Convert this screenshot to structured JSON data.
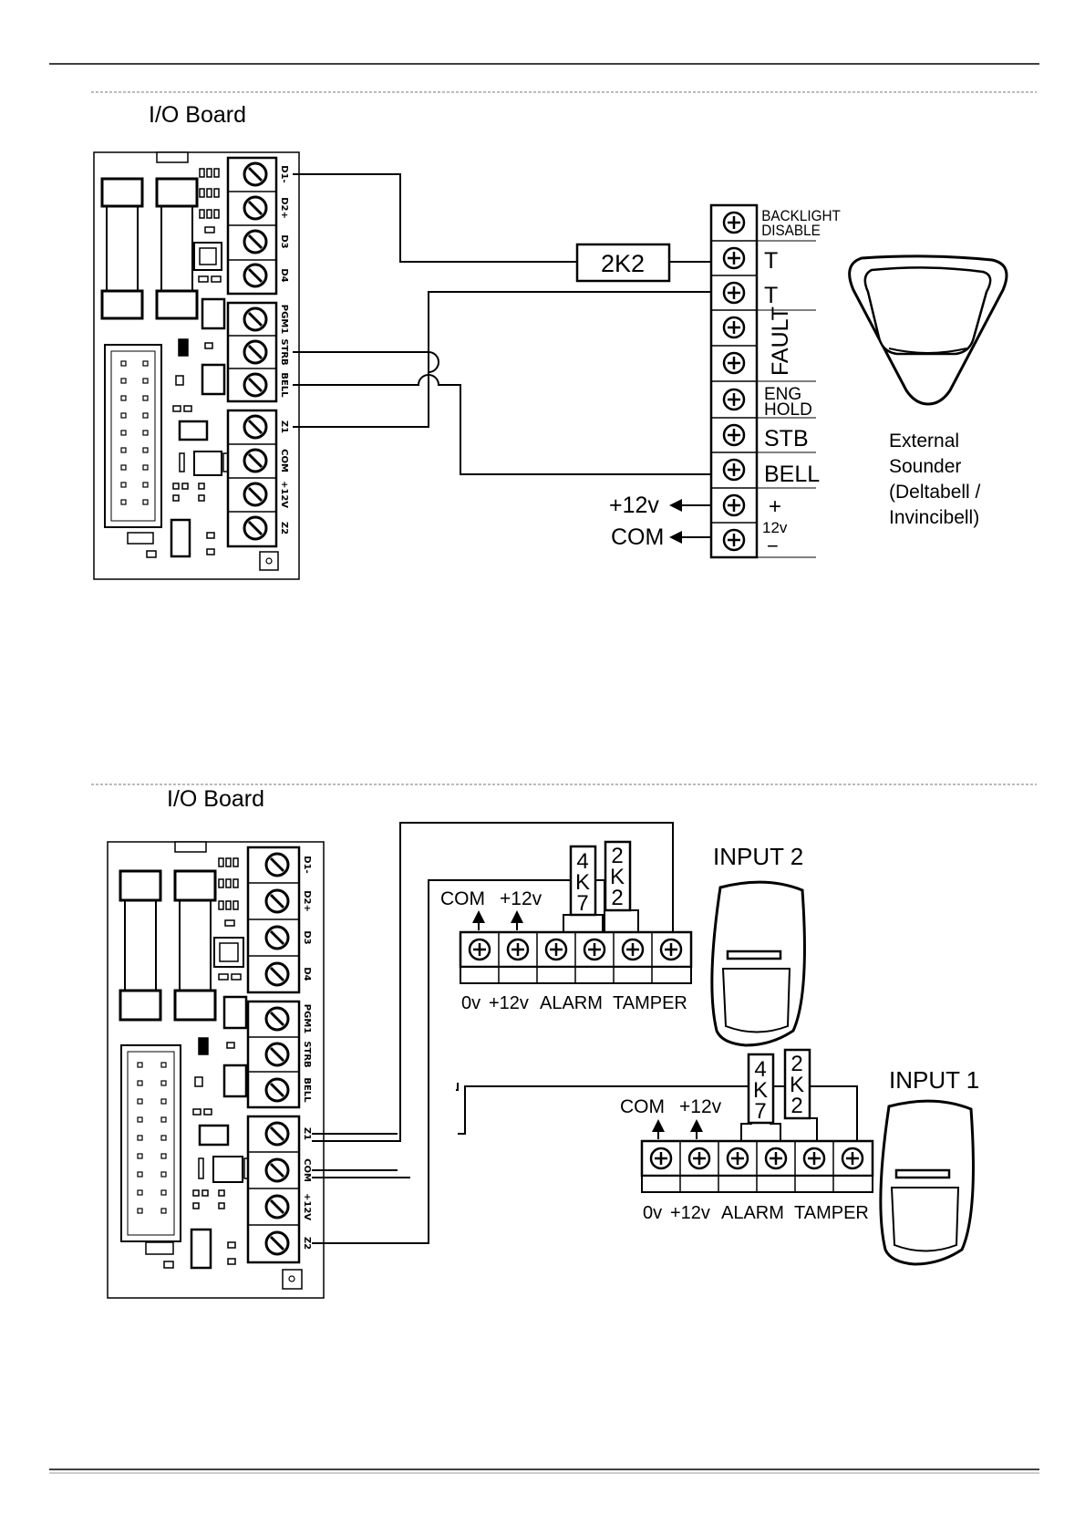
{
  "diagram1": {
    "section_title": "I/O Board",
    "board_terminals": [
      "D1-",
      "D2+",
      "D3",
      "D4",
      "PGM1",
      "STRB",
      "BELL",
      "Z1",
      "COM",
      "+12V",
      "Z2"
    ],
    "resistor": "2K2",
    "sounder_terminals": [
      "BACKLIGHT",
      "DISABLE",
      "T",
      "T",
      "FAULT",
      "ENG",
      "HOLD",
      "STB",
      "BELL",
      "+",
      "12v",
      "−"
    ],
    "supply_plus": "+12v",
    "supply_com": "COM",
    "sounder_caption": [
      "External",
      "Sounder",
      "(Deltabell /",
      "Invincibell)"
    ]
  },
  "diagram2": {
    "section_title": "I/O Board",
    "board_terminals": [
      "D1-",
      "D2+",
      "D3",
      "D4",
      "PGM1",
      "STRB",
      "BELL",
      "Z1",
      "COM",
      "+12V",
      "Z2"
    ],
    "input2": {
      "title": "INPUT 2",
      "resistor_a": [
        "4",
        "K",
        "7"
      ],
      "resistor_b": [
        "2",
        "K",
        "2"
      ],
      "top_labels": [
        "COM",
        "+12v"
      ],
      "bottom_labels": [
        "0v",
        "+12v",
        "ALARM",
        "TAMPER"
      ]
    },
    "input1": {
      "title": "INPUT 1",
      "resistor_a": [
        "4",
        "K",
        "7"
      ],
      "resistor_b": [
        "2",
        "K",
        "2"
      ],
      "top_labels": [
        "COM",
        "+12v"
      ],
      "bottom_labels": [
        "0v",
        "+12v",
        "ALARM",
        "TAMPER"
      ]
    }
  }
}
